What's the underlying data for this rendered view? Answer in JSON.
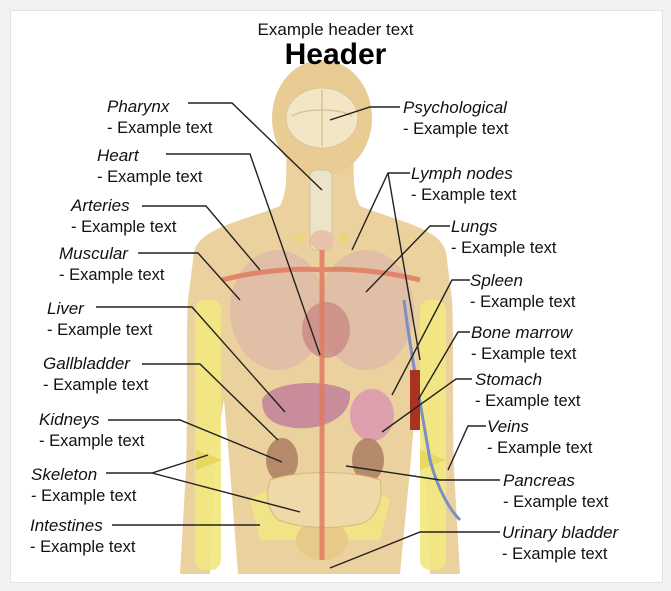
{
  "header": {
    "subtitle": "Example header text",
    "title": "Header"
  },
  "labels": {
    "pharynx": {
      "name": "Pharynx",
      "desc": "- Example text"
    },
    "heart": {
      "name": "Heart",
      "desc": "- Example text"
    },
    "arteries": {
      "name": "Arteries",
      "desc": "- Example text"
    },
    "muscular": {
      "name": "Muscular",
      "desc": "- Example text"
    },
    "liver": {
      "name": "Liver",
      "desc": "- Example text"
    },
    "gallbladder": {
      "name": "Gallbladder",
      "desc": "- Example text"
    },
    "kidneys": {
      "name": "Kidneys",
      "desc": "- Example text"
    },
    "skeleton": {
      "name": "Skeleton",
      "desc": "- Example text"
    },
    "intestines": {
      "name": "Intestines",
      "desc": "- Example text"
    },
    "psychological": {
      "name": "Psychological",
      "desc": "- Example text"
    },
    "lymph_nodes": {
      "name": "Lymph nodes",
      "desc": "- Example text"
    },
    "lungs": {
      "name": "Lungs",
      "desc": "- Example text"
    },
    "spleen": {
      "name": "Spleen",
      "desc": "- Example text"
    },
    "bone_marrow": {
      "name": "Bone marrow",
      "desc": "- Example text"
    },
    "stomach": {
      "name": "Stomach",
      "desc": "- Example text"
    },
    "veins": {
      "name": "Veins",
      "desc": "- Example text"
    },
    "pancreas": {
      "name": "Pancreas",
      "desc": "- Example text"
    },
    "urinary_bladder": {
      "name": "Urinary bladder",
      "desc": "- Example text"
    }
  },
  "colors": {
    "skin": "#e9cc93",
    "bone": "#f2e880",
    "organ_pink": "#d9a0a8",
    "artery": "#e07a5f",
    "vein": "#7b8fc4",
    "leader_line": "#222222"
  }
}
